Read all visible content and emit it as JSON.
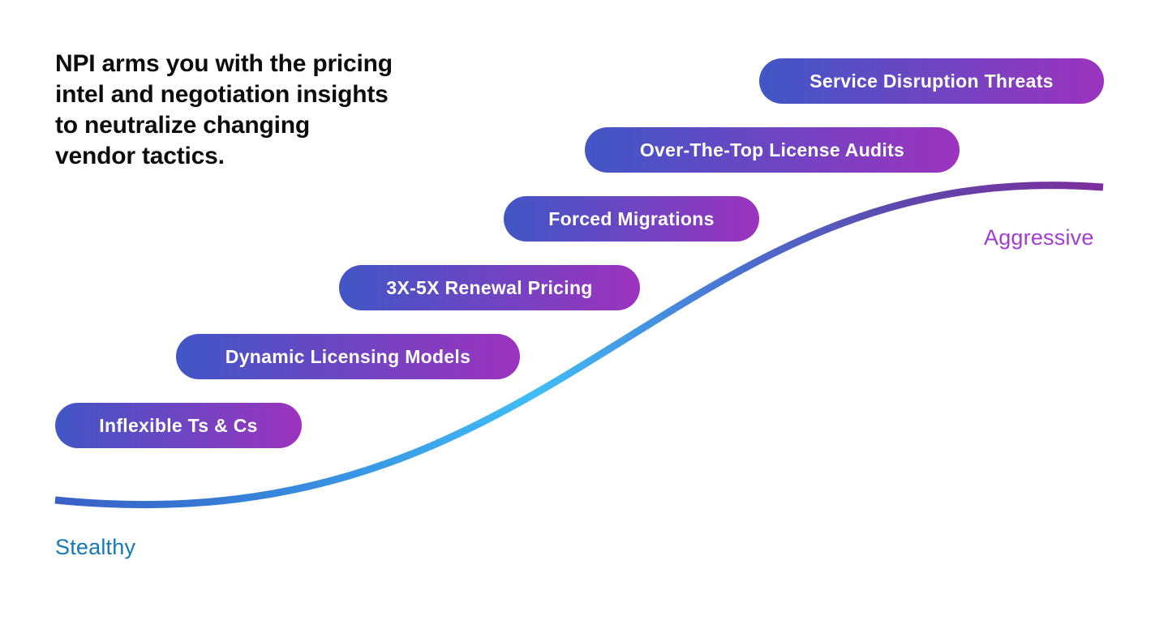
{
  "headline": {
    "lines": [
      "NPI arms you with the pricing",
      "intel and negotiation insights",
      "to neutralize changing",
      "vendor tactics."
    ],
    "color": "#0d0d0d"
  },
  "tactics": {
    "description": "Vendor tactics escalating from stealthy to aggressive",
    "items": [
      {
        "label": "Inflexible Ts & Cs"
      },
      {
        "label": "Dynamic Licensing Models"
      },
      {
        "label": "3X-5X Renewal Pricing"
      },
      {
        "label": "Forced Migrations"
      },
      {
        "label": "Over-The-Top License Audits"
      },
      {
        "label": "Service Disruption Threats"
      }
    ],
    "pill_gradient": {
      "from": "#4156C6",
      "to": "#9C33BE"
    },
    "pill_text_color": "#ffffff"
  },
  "curve": {
    "start_label": {
      "text": "Stealthy",
      "color": "#1478B6"
    },
    "end_label": {
      "text": "Aggressive",
      "color": "#A23DD0"
    },
    "gradient_stops": {
      "s0": "#3A5FC6",
      "s1": "#3583DA",
      "s2": "#3FBEF5",
      "s3": "#4A6FD0",
      "s4": "#5D47AC",
      "s5": "#7D2E9C"
    }
  }
}
